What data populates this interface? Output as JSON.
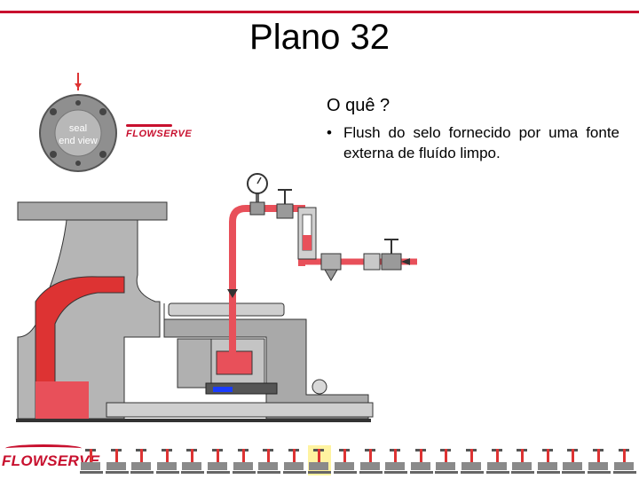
{
  "slide": {
    "title": "Plano 32",
    "subheading": "O quê ?",
    "bullet_symbol": "•",
    "bullet_text": "Flush do selo fornecido por uma fonte externa de fluído limpo."
  },
  "diagram": {
    "seal_label_line1": "seal",
    "seal_label_line2": "end view",
    "brand_small": "FLOWSERVE"
  },
  "footer": {
    "brand": "FLOWSERVE",
    "thumbnail_count": 22,
    "active_thumbnail_index": 9
  },
  "colors": {
    "accent": "#c8102e",
    "pipe_red": "#e8505a",
    "casing_gray": "#a9a9a9"
  }
}
